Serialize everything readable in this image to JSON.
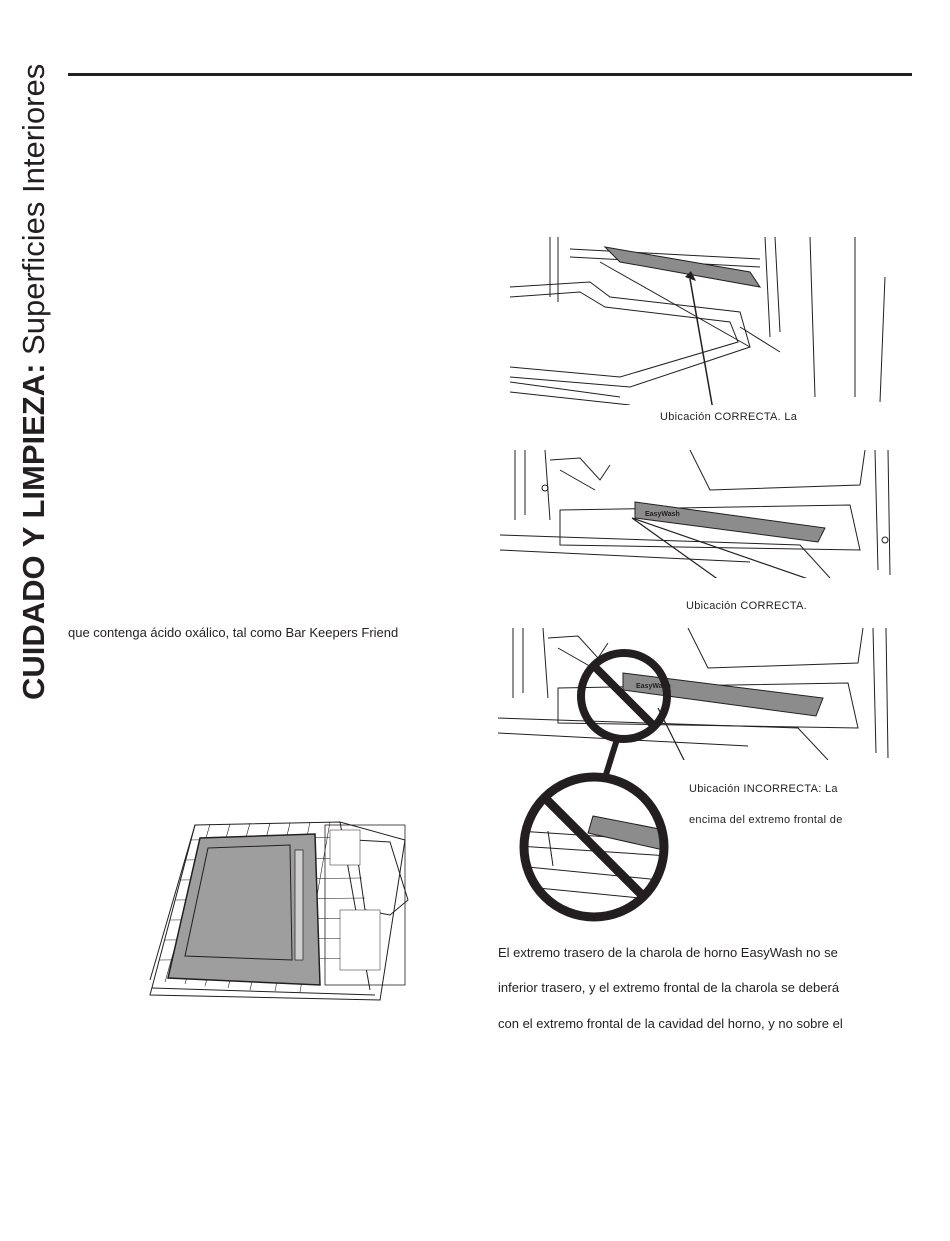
{
  "side_title": {
    "bold": "CUIDADO Y LIMPIEZA:",
    "light": "Superficies Interiores"
  },
  "left": {
    "text": "que contenga ácido oxálico, tal como Bar Keepers Friend"
  },
  "figures": {
    "fig1_caption": "Ubicación CORRECTA. La",
    "fig2_caption": "Ubicación CORRECTA.",
    "fig3_caption_1": "Ubicación INCORRECTA: La",
    "fig3_caption_2": "encima del extremo frontal de"
  },
  "pan_label": "EasyWash",
  "right_text": {
    "line1": "El extremo trasero de la charola de horno EasyWash no se",
    "line2": "inferior trasero, y el extremo frontal de la charola se deberá",
    "line3": "con el extremo frontal de la cavidad del horno, y no sobre el"
  }
}
